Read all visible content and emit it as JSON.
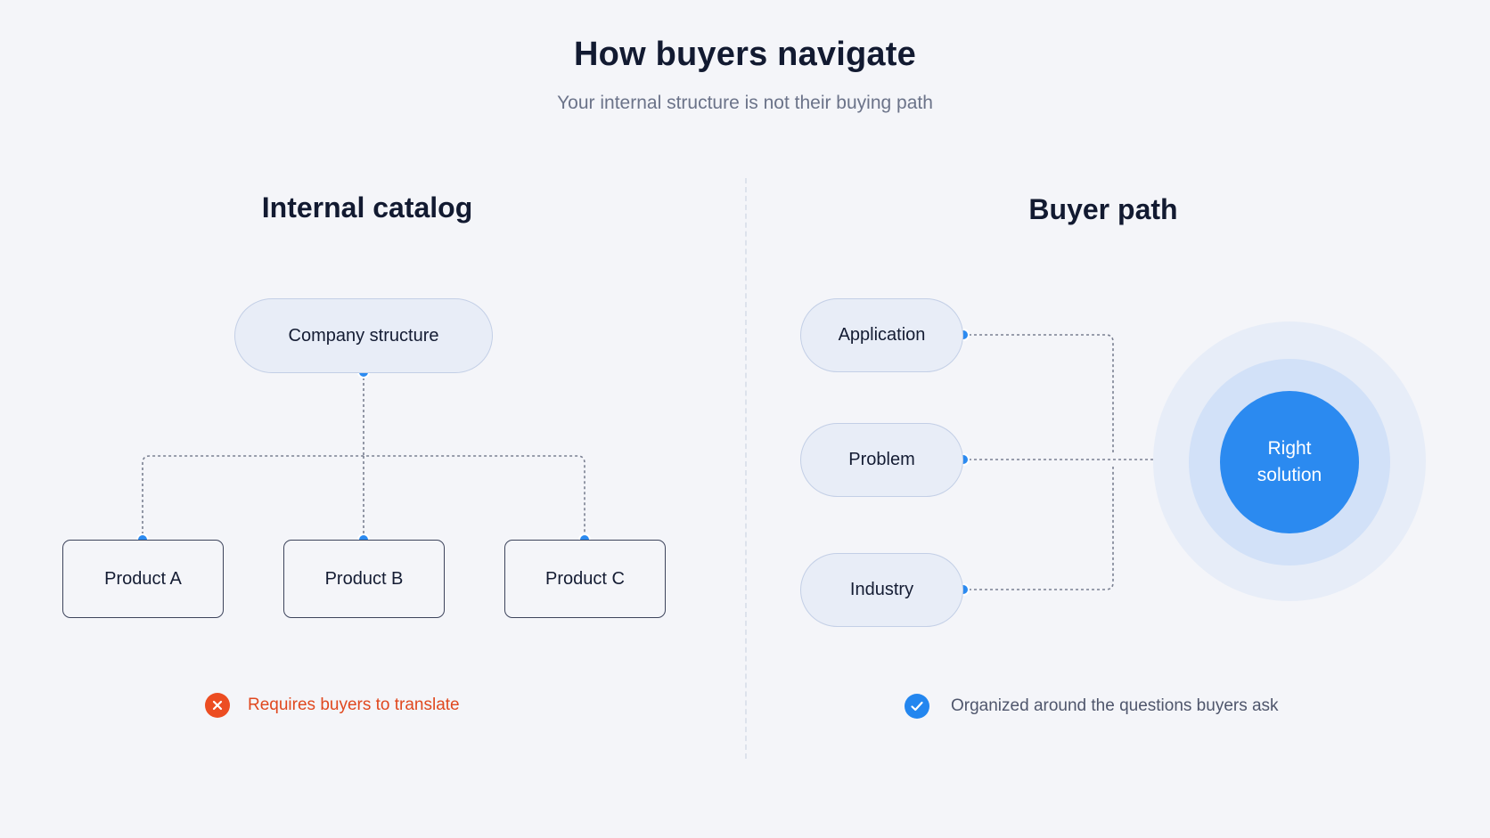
{
  "header": {
    "title": "How buyers navigate",
    "subtitle": "Your internal structure is not their buying path"
  },
  "internal_catalog": {
    "title": "Internal catalog",
    "root": "Company structure",
    "children": [
      "Product A",
      "Product B",
      "Product C"
    ],
    "note": {
      "text": "Requires buyers to translate",
      "icon": "x-circle-icon",
      "color": "#e0481f"
    }
  },
  "buyer_path": {
    "title": "Buyer path",
    "entry_points": [
      "Application",
      "Problem",
      "Industry"
    ],
    "target": {
      "line1": "Right",
      "line2": "solution",
      "color": "#2b8af0"
    },
    "note": {
      "text": "Organized around the questions buyers ask",
      "icon": "check-circle-icon",
      "color": "#2386ef"
    }
  },
  "colors": {
    "background": "#f4f5f9",
    "accent": "#2b8af0",
    "connector": "#7a8092",
    "pill_fill": "#e8edf7"
  }
}
